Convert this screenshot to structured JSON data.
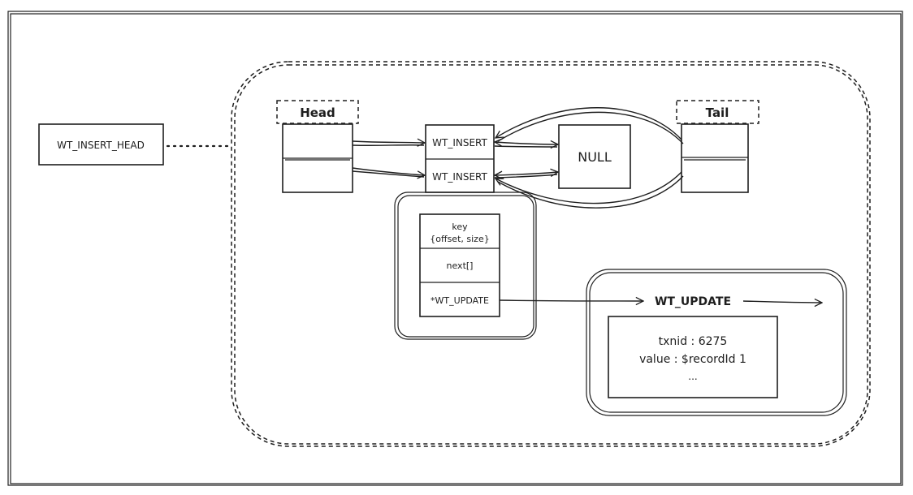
{
  "insert_head": {
    "label": "WT_INSERT_HEAD"
  },
  "skiplist": {
    "head_label": "Head",
    "tail_label": "Tail",
    "nodes": [
      "WT_INSERT",
      "WT_INSERT"
    ],
    "null_label": "NULL"
  },
  "insert_struct": {
    "key_line1": "key",
    "key_line2": "{offset, size}",
    "next_label": "next[]",
    "update_ptr_label": "*WT_UPDATE"
  },
  "update": {
    "title": "WT_UPDATE",
    "fields": [
      "txnid : 6275",
      "value : $recordId 1",
      "..."
    ]
  }
}
